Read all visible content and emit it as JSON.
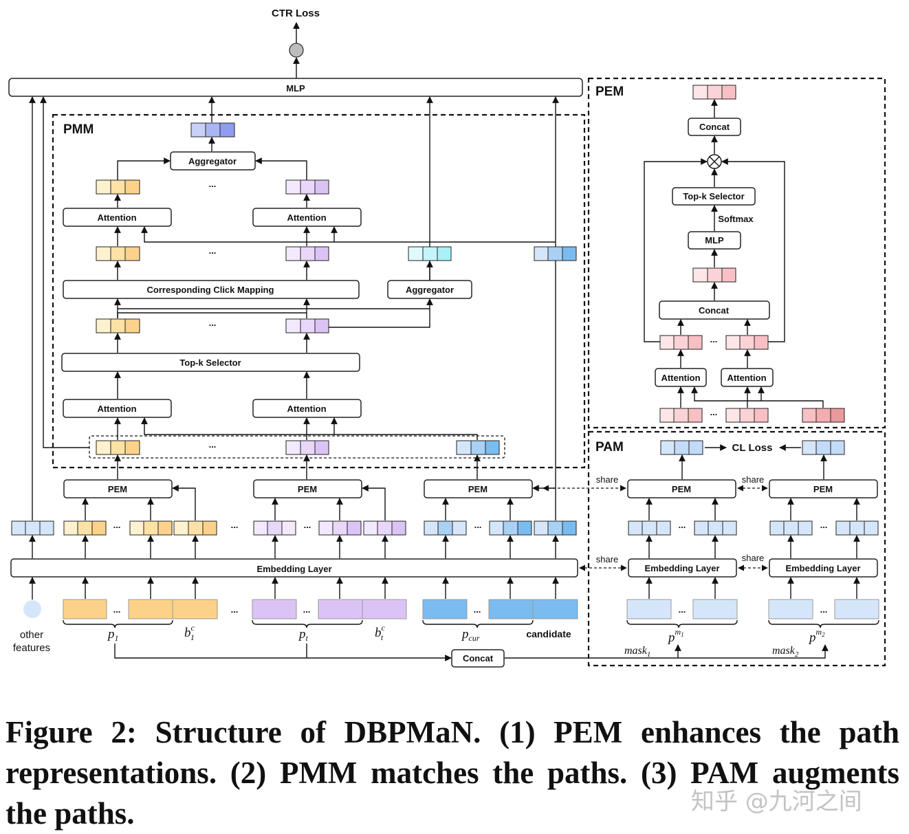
{
  "diagram": {
    "ctr_loss": "CTR Loss",
    "mlp": "MLP",
    "pmm": {
      "title": "PMM",
      "aggregator": "Aggregator",
      "attention": "Attention",
      "corresponding_click_mapping": "Corresponding Click Mapping",
      "aggregator_right": "Aggregator",
      "topk_selector": "Top-k Selector",
      "dots": "..."
    },
    "pem_side": {
      "title": "PEM",
      "concat": "Concat",
      "topk_selector": "Top-k Selector",
      "softmax": "Softmax",
      "mlp": "MLP",
      "concat_lower": "Concat",
      "attention": "Attention"
    },
    "pam": {
      "title": "PAM",
      "cl_loss": "CL Loss",
      "share": "share",
      "pem": "PEM",
      "embedding_layer": "Embedding Layer"
    },
    "pem_block": "PEM",
    "embedding_layer": "Embedding Layer",
    "other_features": "other features",
    "candidate": "candidate",
    "concat_bottom": "Concat",
    "labels": {
      "p1_base": "p",
      "p1_sub": "1",
      "b1_base": "b",
      "b1_sub": "1",
      "b1_sup": "c",
      "pt_base": "p",
      "pt_sub": "t",
      "bt_base": "b",
      "bt_sub": "t",
      "bt_sup": "c",
      "pcur_base": "p",
      "pcur_sub": "cur",
      "pm1_base": "p",
      "pm1_sup": "m",
      "pm1_supsub": "1",
      "pm2_base": "p",
      "pm2_sup": "m",
      "pm2_supsub": "2",
      "mask1_base": "mask",
      "mask1_sub": "1",
      "mask2_base": "mask",
      "mask2_sub": "2"
    }
  },
  "caption": "Figure 2: Structure of DBPMaN. (1) PEM enhances the path representations. (2) PMM matches the paths. (3) PAM augments the paths.",
  "watermark": "知乎 @九河之间",
  "colors": {
    "orange": "#fcd28a",
    "orange_light": "#fef1cf",
    "purple": "#dcc3f5",
    "purple_light": "#f3e9fd",
    "blue": "#7bbcf0",
    "blue_light": "#d6e6fa",
    "cyan": "#a9f0f7",
    "indigo": "#8e9df0",
    "pink": "#f8c8cc",
    "pink_light": "#fde6e8",
    "red": "#e89a9d",
    "panel": "#f2f2f2"
  }
}
